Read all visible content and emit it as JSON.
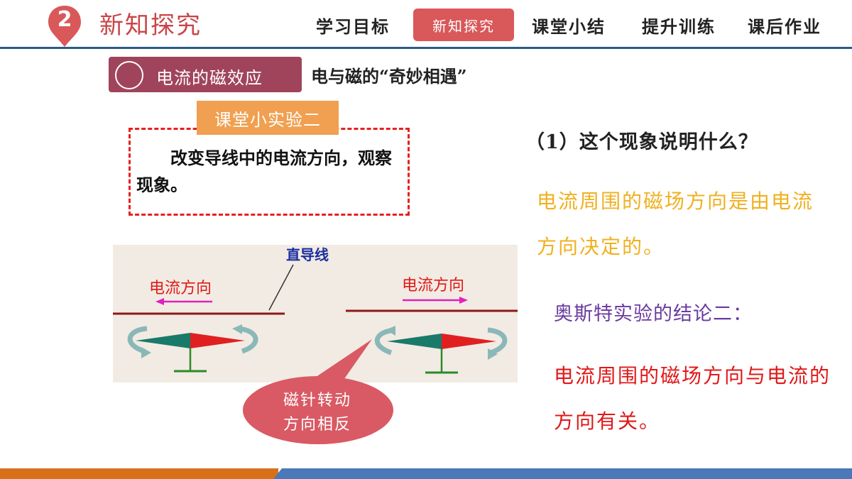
{
  "header": {
    "section_number": "2",
    "section_title": "新知探究",
    "nav": [
      {
        "label": "学习目标",
        "active": false
      },
      {
        "label": "新知探究",
        "active": true
      },
      {
        "label": "课堂小结",
        "active": false
      },
      {
        "label": "提升训练",
        "active": false
      },
      {
        "label": "课后作业",
        "active": false
      }
    ]
  },
  "topic": {
    "tag": "电流的磁效应",
    "description": "电与磁的“奇妙相遇”"
  },
  "experiment": {
    "tag": "课堂小实验二",
    "text": "改变导线中的电流方向，观察现象。"
  },
  "illustration": {
    "wire_label": "直导线",
    "current_label_left": "电流方向",
    "current_label_right": "电流方向",
    "callout_line1": "磁针转动",
    "callout_line2": "方向相反"
  },
  "question": "（1）这个现象说明什么？",
  "answer1": "电流周围的磁场方向是由电流方向决定的。",
  "conclusion_title": "奥斯特实验的结论二：",
  "answer2": "电流周围的磁场方向与电流的方向有关。",
  "colors": {
    "accent_red": "#d9585a",
    "topic_purple": "#a0445c",
    "exp_orange": "#f0a050",
    "answer_yellow": "#f0b020",
    "conclusion_purple": "#6a3aa0",
    "answer_red": "#e01818"
  }
}
